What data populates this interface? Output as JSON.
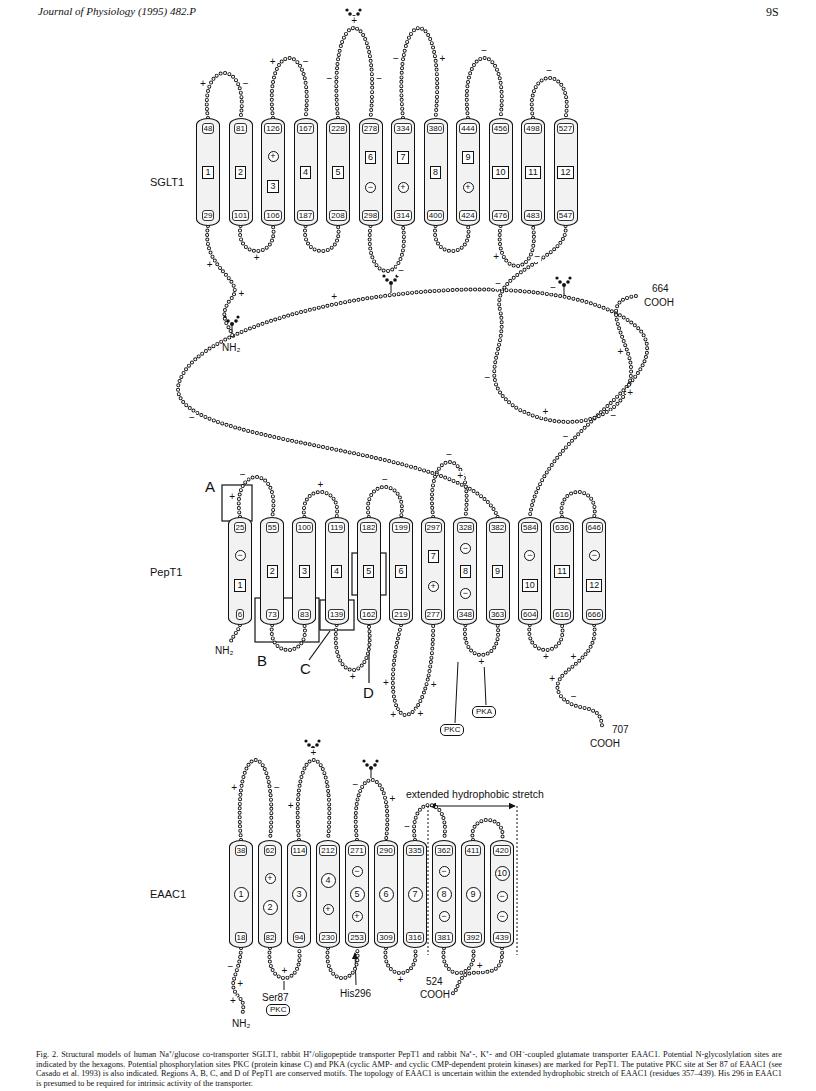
{
  "diagram": {
    "caption": "Fig. 2. Structural models of human Na⁺/glucose co-transporter SGLT1, rabbit H⁺/oligopeptide transporter PepT1 and rabbit Na⁺-, K⁺- and OH⁻-coupled glutamate transporter EAAC1. Potential N-glycoslylation sites are indicated by the hexagons. Potential phosphorylation sites PKC (protein kinase C) and PKA (cyclic AMP- and cyclic CMP-dependent protein kinases) are marked for PepT1. The putative PKC site at Ser 87 of EAAC1 (see Casado et al. 1993) is also indicated. Regions A, B, C, and D of PepT1 are conserved motifs. The topology of EAAC1 is uncertain within the extended hydrophobic stretch of EAAC1 (residues 357–439). His 296 in EAAC1 is presumed to be required for intrinsic activity of the transporter.",
    "nodes": [
      {
        "text": [
          "48",
          "1",
          "29"
        ]
      },
      {
        "text": [
          "81",
          "2",
          "101"
        ]
      },
      {
        "text": [
          "126",
          "+",
          "3",
          "106"
        ]
      },
      {
        "text": [
          "167",
          "4",
          "187"
        ]
      },
      {
        "text": [
          "228",
          "5",
          "208"
        ]
      },
      {
        "text": [
          "278",
          "6",
          "−",
          "298"
        ]
      },
      {
        "text": [
          "334",
          "7",
          "+",
          "314"
        ]
      },
      {
        "text": [
          "380",
          "8",
          "400"
        ]
      },
      {
        "text": [
          "444",
          "9",
          "+",
          "424"
        ]
      },
      {
        "text": [
          "456",
          "10",
          "476"
        ]
      },
      {
        "text": [
          "498",
          "11",
          "483"
        ]
      },
      {
        "text": [
          "527",
          "12",
          "547"
        ]
      },
      {
        "text": [
          "25",
          "−",
          "1",
          "6"
        ]
      },
      {
        "text": [
          "55",
          "2",
          "73"
        ]
      },
      {
        "text": [
          "100",
          "3",
          "83"
        ]
      },
      {
        "text": [
          "119",
          "4",
          "139"
        ]
      },
      {
        "text": [
          "182",
          "5",
          "162"
        ]
      },
      {
        "text": [
          "199",
          "6",
          "219"
        ]
      },
      {
        "text": [
          "297",
          "7",
          "+",
          "277"
        ]
      },
      {
        "text": [
          "328",
          "−",
          "8",
          "−",
          "348"
        ]
      },
      {
        "text": [
          "382",
          "9",
          "363"
        ]
      },
      {
        "text": [
          "584",
          "−",
          "10",
          "604"
        ]
      },
      {
        "text": [
          "636",
          "11",
          "616"
        ]
      },
      {
        "text": [
          "646",
          "−",
          "12",
          "666"
        ]
      },
      {
        "text": [
          "PKC"
        ]
      },
      {
        "text": [
          "PKA"
        ]
      },
      {
        "text": [
          "38",
          "1",
          "18"
        ]
      },
      {
        "text": [
          "62",
          "+",
          "2",
          "82"
        ]
      },
      {
        "text": [
          "114",
          "3",
          "94"
        ]
      },
      {
        "text": [
          "212",
          "4",
          "+",
          "230"
        ]
      },
      {
        "text": [
          "271",
          "−",
          "5",
          "+",
          "253"
        ]
      },
      {
        "text": [
          "290",
          "6",
          "309"
        ]
      },
      {
        "text": [
          "335",
          "7",
          "316"
        ]
      },
      {
        "text": [
          "362",
          "−",
          "8",
          "−",
          "381"
        ]
      },
      {
        "text": [
          "411",
          "9",
          "392"
        ]
      },
      {
        "text": [
          "420",
          "10",
          "−",
          "−",
          "439"
        ]
      },
      {
        "text": [
          "PKC"
        ]
      }
    ],
    "edges": [
      {
        "from": 0,
        "to": 1,
        "arrow": "none"
      },
      {
        "from": 1,
        "to": 2,
        "arrow": "none"
      },
      {
        "from": 2,
        "to": 3,
        "arrow": "none"
      },
      {
        "from": 3,
        "to": 4,
        "arrow": "none"
      },
      {
        "from": 4,
        "to": 5,
        "arrow": "none"
      },
      {
        "from": 5,
        "to": 6,
        "arrow": "none"
      },
      {
        "from": 6,
        "to": 7,
        "arrow": "none"
      },
      {
        "from": 7,
        "to": 8,
        "arrow": "none"
      },
      {
        "from": 8,
        "to": 9,
        "arrow": "none"
      },
      {
        "from": 9,
        "to": 10,
        "arrow": "none"
      },
      {
        "from": 10,
        "to": 11,
        "arrow": "none"
      },
      {
        "from": 12,
        "to": 13,
        "arrow": "none"
      },
      {
        "from": 13,
        "to": 14,
        "arrow": "none"
      },
      {
        "from": 14,
        "to": 15,
        "arrow": "none"
      },
      {
        "from": 15,
        "to": 16,
        "arrow": "none"
      },
      {
        "from": 16,
        "to": 17,
        "arrow": "none"
      },
      {
        "from": 17,
        "to": 18,
        "arrow": "none"
      },
      {
        "from": 18,
        "to": 19,
        "arrow": "none"
      },
      {
        "from": 19,
        "to": 20,
        "arrow": "none"
      },
      {
        "from": 20,
        "to": 21,
        "arrow": "none"
      },
      {
        "from": 21,
        "to": 22,
        "arrow": "none"
      },
      {
        "from": 22,
        "to": 23,
        "arrow": "none"
      },
      {
        "from": 26,
        "to": 27,
        "arrow": "none"
      },
      {
        "from": 27,
        "to": 28,
        "arrow": "none"
      },
      {
        "from": 28,
        "to": 29,
        "arrow": "none"
      },
      {
        "from": 29,
        "to": 30,
        "arrow": "none"
      },
      {
        "from": 30,
        "to": 31,
        "arrow": "none"
      },
      {
        "from": 31,
        "to": 32,
        "arrow": "none"
      },
      {
        "from": 32,
        "to": 33,
        "arrow": "none"
      },
      {
        "from": 33,
        "to": 34,
        "arrow": "none"
      },
      {
        "from": 34,
        "to": 35,
        "arrow": "none"
      }
    ],
    "labels": [
      "Journal of Physiology (1995) 482.P",
      "9S",
      "SGLT1",
      "NH₂",
      "664",
      "COOH",
      "A",
      "PepT1",
      "B",
      "C",
      "D",
      "NH₂",
      "707",
      "COOH",
      "EAAC1",
      "extended hydrophobic stretch",
      "Ser87",
      "His296",
      "NH₂",
      "524",
      "COOH",
      "+",
      "−",
      "+",
      "−",
      "−",
      "+",
      "−",
      "−",
      "+",
      "−",
      "−",
      "+",
      "−",
      "+",
      "−",
      "+",
      "+",
      "−",
      "−",
      "+",
      "−",
      "+",
      "−",
      "+",
      "+",
      "−",
      "+",
      "+",
      "+",
      "+",
      "+",
      "−",
      "+",
      "+",
      "−",
      "+",
      "−",
      "+",
      "−",
      "+",
      "+",
      "+",
      "−",
      "+",
      "−",
      "+",
      "+",
      "−",
      "+",
      "−",
      "+",
      "+",
      "−",
      "+",
      "+",
      "+"
    ]
  }
}
